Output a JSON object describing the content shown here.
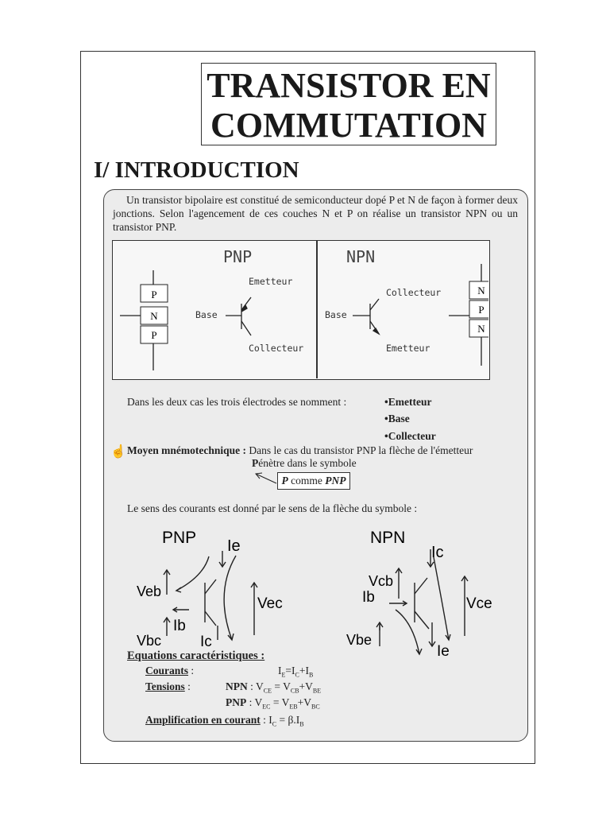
{
  "title": {
    "line1": "TRANSISTOR EN",
    "line2": "COMMUTATION"
  },
  "section": {
    "title": "I/ INTRODUCTION"
  },
  "intro": {
    "text": "Un transistor bipolaire est constitué de semiconducteur dopé P et N de façon à former deux jonctions. Selon l'agencement de ces couches N et P on réalise un transistor NPN ou un transistor PNP."
  },
  "diagram": {
    "pnp": {
      "title": "PNP",
      "layers": [
        "P",
        "N",
        "P"
      ],
      "emetteur": "Emetteur",
      "base": "Base",
      "collecteur": "Collecteur"
    },
    "npn": {
      "title": "NPN",
      "layers": [
        "N",
        "P",
        "N"
      ],
      "collecteur": "Collecteur",
      "base": "Base",
      "emetteur": "Emetteur"
    }
  },
  "electrodes": {
    "sentence": "Dans les deux cas les trois électrodes se nomment :",
    "items": [
      "•Emetteur",
      "•Base",
      "•Collecteur"
    ]
  },
  "mnemonic": {
    "icon": "pointing-hand-icon",
    "label": "Moyen mnémotechnique :",
    "text": "Dans le cas du transistor PNP la flèche de l'émetteur",
    "line2_bold": "P",
    "line2_rest": "énètre dans le symbole",
    "box_p": "P",
    "box_comme": " comme ",
    "box_pnp": "PNP"
  },
  "currents": {
    "sentence": "Le sens des courants est donné par le sens de la flèche du symbole :"
  },
  "current_diagram": {
    "pnp": {
      "title": "PNP",
      "ie": "Ie",
      "veb": "Veb",
      "vec": "Vec",
      "ib": "Ib",
      "vbc": "Vbc",
      "ic": "Ic"
    },
    "npn": {
      "title": "NPN",
      "ic": "Ic",
      "vcb": "Vcb",
      "ib": "Ib",
      "vce": "Vce",
      "vbe": "Vbe",
      "ie": "Ie"
    }
  },
  "equations": {
    "title": "Equations caractéristiques :",
    "courants_label": "Courants",
    "tensions_label": "Tensions",
    "npn_label": "NPN",
    "pnp_label": "PNP",
    "amplification_label": "Amplification en courant"
  }
}
